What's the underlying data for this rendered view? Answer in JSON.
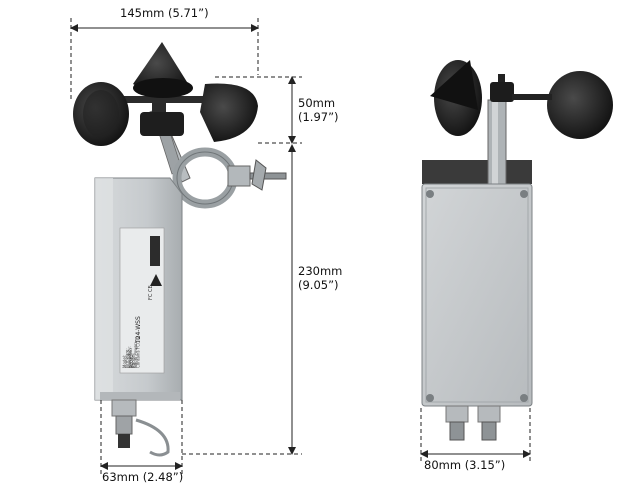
{
  "dimensions": {
    "top_width": {
      "mm": "145mm",
      "in": "(5.71”)"
    },
    "cups_height": {
      "mm": "50mm",
      "in": "(1.97”)"
    },
    "body_height": {
      "mm": "230mm",
      "in": "(9.05”)"
    },
    "side_width": "63mm (2.48”)",
    "front_width": "80mm (3.15”)"
  },
  "label_panel": {
    "model": "T24-WSS",
    "lines": [
      "Model:",
      "Serial No:",
      "Firmware:",
      "Range:",
      "Frequency:",
      "Radio Power:",
      "FCC ID:"
    ],
    "notes": [
      "Contains FCC ID",
      "IC:"
    ]
  },
  "colors": {
    "enclosure": "#c9cdcf",
    "enclosure_shade": "#a9aeb1",
    "cups": "#1a1a1a",
    "metal": "#b8bdc0",
    "dimension_line": "#222222"
  }
}
